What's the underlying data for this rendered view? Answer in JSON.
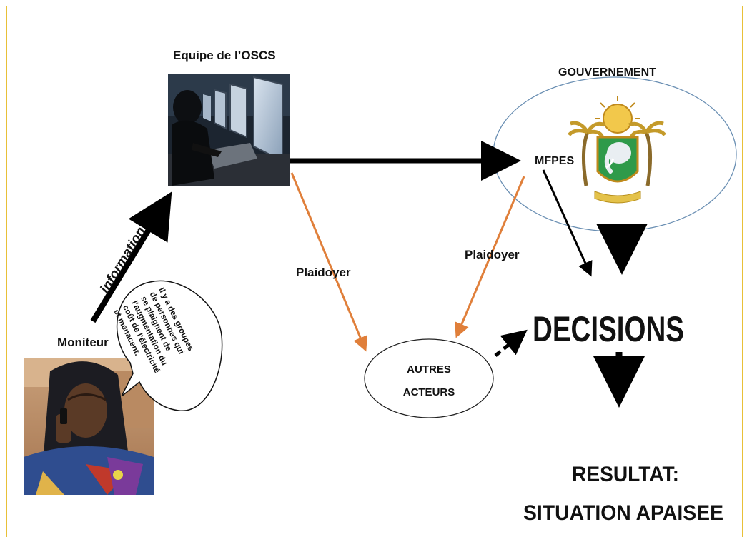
{
  "labels": {
    "oscs_team": "Equipe de l’OSCS",
    "government": "GOUVERNEMENT",
    "mfpes": "MFPES",
    "information": "information",
    "moniteur": "Moniteur",
    "plaidoyer_left": "Plaidoyer",
    "plaidoyer_right": "Plaidoyer",
    "autres": "AUTRES",
    "acteurs": "ACTEURS",
    "decisions": "DECISIONS",
    "resultat_1": "RESULTAT:",
    "resultat_2": "SITUATION APAISEE"
  },
  "speech_bubble": {
    "lines": [
      "Il y a des groupes",
      "de personnes qui",
      "se plaignent de",
      "l’augmentation du",
      "coût de l’électricité",
      "et menacent."
    ]
  },
  "images": {
    "oscs_photo": "photo of person typing at computer workstations",
    "monitor_photo": "photo of woman in headscarf talking on a phone",
    "coat_of_arms": "coat of arms with elephant head, palm trees and sun"
  },
  "colors": {
    "black_arrow": "#000000",
    "orange_arrow": "#e07f3a",
    "ellipse_stroke": "#6a8fb3",
    "frame": "#e8c038"
  }
}
